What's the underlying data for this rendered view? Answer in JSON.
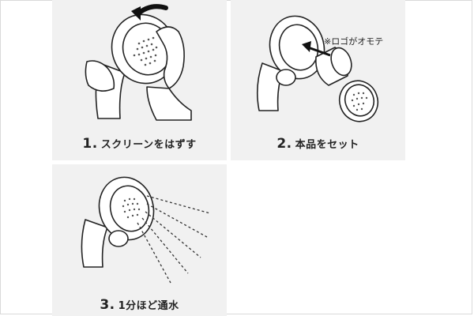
{
  "steps": [
    {
      "number": "1.",
      "text": "スクリーンをはずす"
    },
    {
      "number": "2.",
      "text": "本品をセット",
      "note": "※ロゴがオモテ"
    },
    {
      "number": "3.",
      "text": "1分ほど通水"
    }
  ],
  "colors": {
    "panel_bg": "#f1f1f1",
    "line": "#222222",
    "arrow": "#111111"
  }
}
